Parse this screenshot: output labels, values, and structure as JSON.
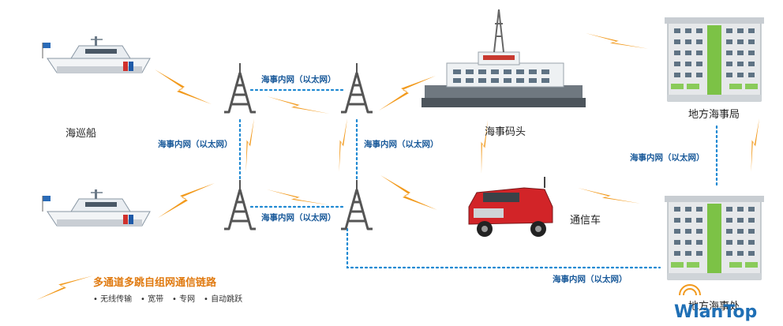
{
  "nodes": {
    "patrol_ship": "海巡船",
    "maritime_dock": "海事码头",
    "local_maritime_bureau": "地方海事局",
    "comm_vehicle": "通信车",
    "maritime_office": "地方海事处"
  },
  "links": {
    "intranet": "海事内网（以太网）"
  },
  "legend": {
    "title": "多通道多跳自组网通信链路",
    "items": [
      "• 无线传输",
      "• 宽带",
      "• 专网",
      "• 自动跳跃"
    ]
  },
  "watermark": "WlanTop",
  "colors": {
    "wireless_link": "#f29a1d",
    "wired_link": "#1e88d2",
    "label_blue": "#1a5a9a"
  }
}
